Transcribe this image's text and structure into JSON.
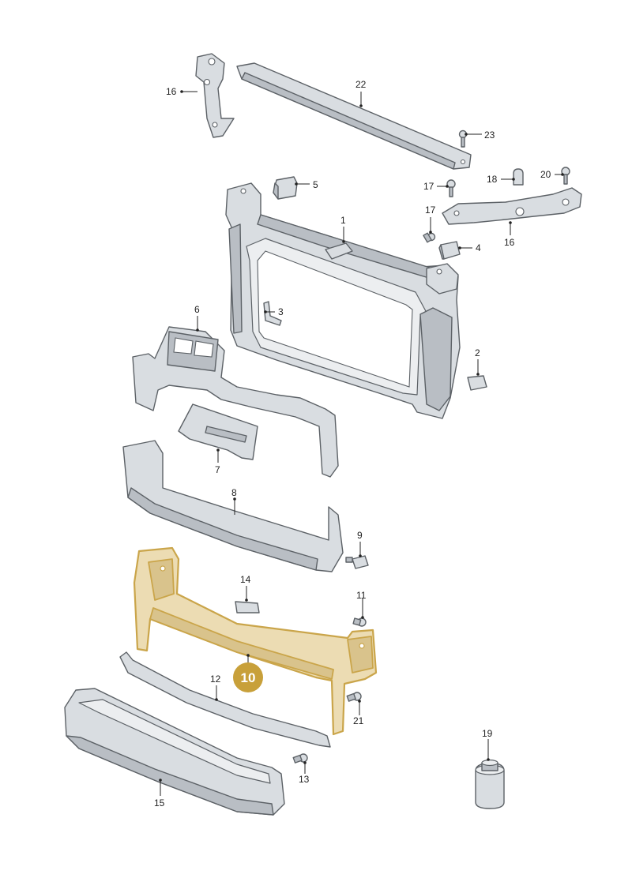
{
  "diagram": {
    "highlight_color": "#c8a03a",
    "labels": {
      "p1": "1",
      "p2": "2",
      "p3": "3",
      "p4": "4",
      "p5": "5",
      "p6": "6",
      "p7": "7",
      "p8": "8",
      "p9": "9",
      "p10": "10",
      "p11": "11",
      "p12": "12",
      "p13": "13",
      "p14": "14",
      "p15": "15",
      "p16a": "16",
      "p16b": "16",
      "p17a": "17",
      "p17b": "17",
      "p18": "18",
      "p19": "19",
      "p20": "20",
      "p21": "21",
      "p22": "22",
      "p23": "23"
    }
  }
}
